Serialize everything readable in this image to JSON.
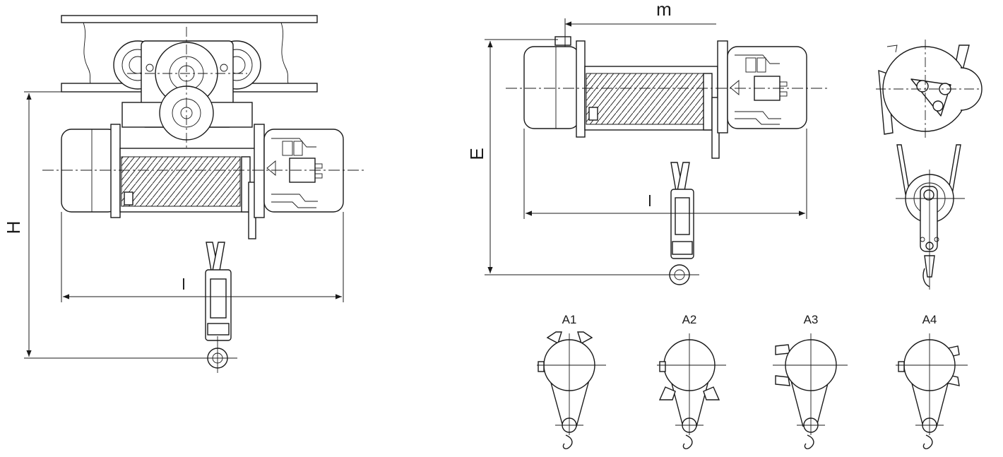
{
  "dimensions": {
    "height_label": "H",
    "length_label_front": "l",
    "length_label_side": "l",
    "offset_label": "m",
    "elevation_label": "E"
  },
  "variants": [
    {
      "label": "A1"
    },
    {
      "label": "A2"
    },
    {
      "label": "A3"
    },
    {
      "label": "A4"
    }
  ],
  "colors": {
    "line": "#1a1a1a",
    "background": "#ffffff"
  }
}
